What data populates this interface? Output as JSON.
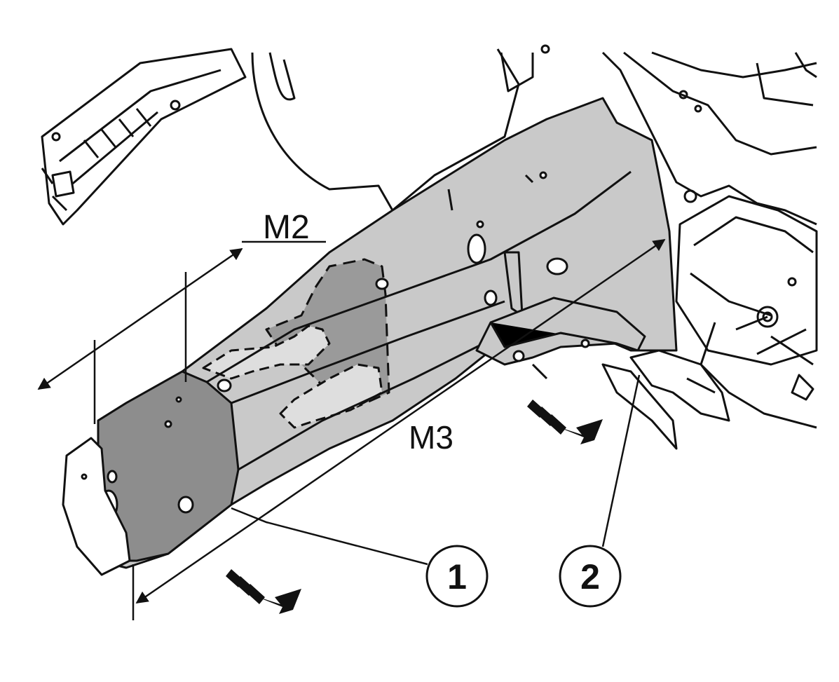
{
  "labels": {
    "m2": "M2",
    "m3": "M3"
  },
  "callouts": {
    "c1": "1",
    "c2": "2"
  },
  "colors": {
    "line": "#111111",
    "panel_light": "#c9c9c9",
    "panel_dark": "#8d8d8d",
    "patch_light": "#dedede",
    "background": "#ffffff"
  }
}
